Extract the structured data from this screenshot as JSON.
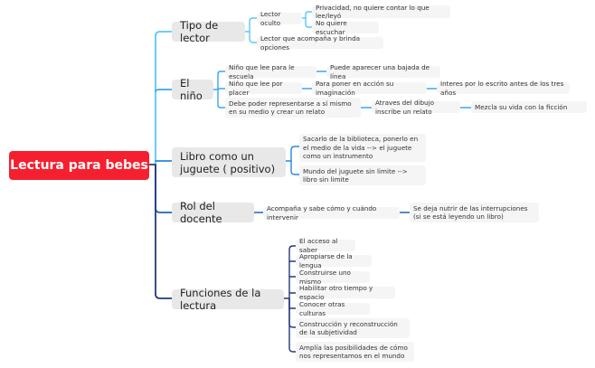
{
  "root": {
    "label": "Lectura para bebes",
    "color": "#f5202f"
  },
  "branches": [
    {
      "label": "Tipo de lector",
      "color": "#5bc8f5",
      "children": [
        {
          "label": "Lector oculto",
          "children": [
            {
              "label": "Privacidad, no quiere contar lo que lee/leyó"
            },
            {
              "label": "No quiere escuchar"
            }
          ]
        },
        {
          "label": "Lector que acompaña y brinda opciones"
        }
      ]
    },
    {
      "label": "El niño",
      "color": "#3aa6f0",
      "children": [
        {
          "label": "Niño que lee para le escuela",
          "chain": [
            "Puede aparecer una bajada de línea"
          ]
        },
        {
          "label": "Niño que lee por placer",
          "chain": [
            "Para poner en acción su imaginación",
            "Interes por lo escrito antes de los tres años"
          ]
        },
        {
          "label": "Debe poder representarse a sí mismo en su medio y crear un relato",
          "chain": [
            "Atraves del dibujo inscribe un relato",
            "Mezcla su vida con la ficción"
          ]
        }
      ]
    },
    {
      "label": "Libro como un juguete ( positivo)",
      "color": "#2a86d8",
      "children": [
        {
          "label": "Sacarlo de la biblioteca, ponerlo en el medio de la vida --> el juguete como un instrumento"
        },
        {
          "label": "Mundo del juguete sin limite --> libro sin limite"
        }
      ]
    },
    {
      "label": "Rol del docente",
      "color": "#1f66b4",
      "children": [
        {
          "label": "Acompaña y sabe cómo y cuándo intervenir",
          "chain": [
            "Se deja nutrir de las interrupciones (si se está leyendo un libro)"
          ]
        }
      ]
    },
    {
      "label": "Funciones de la lectura",
      "color": "#243a7c",
      "children": [
        {
          "label": "El acceso al saber"
        },
        {
          "label": "Apropiarse de la lengua"
        },
        {
          "label": "Construirse uno mismo"
        },
        {
          "label": "Habilitar otro tiempo y espacio"
        },
        {
          "label": "Conocer otras culturas"
        },
        {
          "label": "Construcción y reconstrucción de la subjetividad"
        },
        {
          "label": "Amplía las posibilidades de cómo nos representamos en el mundo"
        }
      ]
    }
  ]
}
